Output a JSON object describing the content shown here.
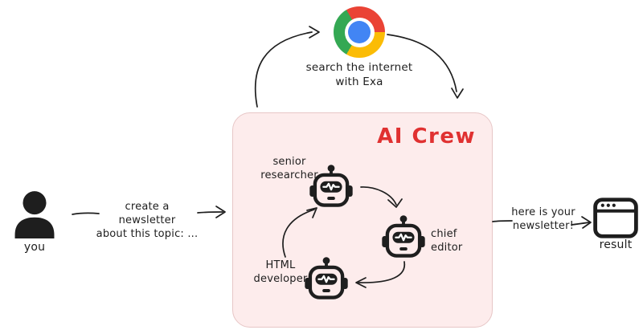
{
  "colors": {
    "ink": "#1e1e1e",
    "box_fill": "#fdecec",
    "box_border": "#e7c6c6",
    "title_red": "#e03131",
    "chrome_red": "#ea4335",
    "chrome_yellow": "#fbbc05",
    "chrome_green": "#34a853",
    "chrome_blue": "#4285f4"
  },
  "icons": {
    "user": "person-silhouette",
    "search": "chrome-logo",
    "member": "robot",
    "result": "browser-window"
  },
  "user": {
    "label": "you",
    "prompt": "create a newsletter\nabout this topic: ..."
  },
  "search": {
    "caption": "search the internet\nwith Exa"
  },
  "crew": {
    "title": "AI Crew",
    "members": [
      {
        "label": "senior\nresearcher"
      },
      {
        "label": "chief\neditor"
      },
      {
        "label": "HTML\ndeveloper"
      }
    ]
  },
  "output": {
    "text": "here is your\nnewsletter!",
    "label": "result"
  }
}
